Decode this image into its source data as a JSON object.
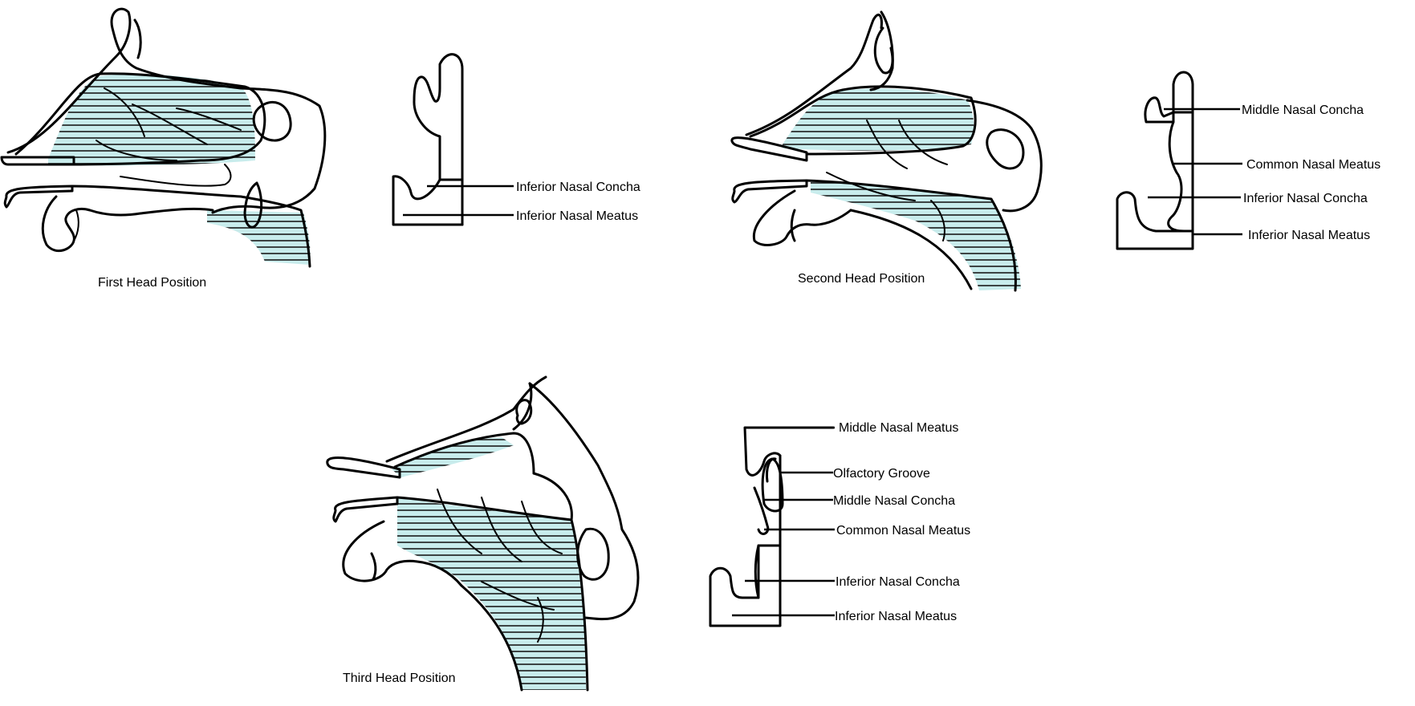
{
  "colors": {
    "fill": "#c8ecec",
    "ink": "#000000",
    "background": "#ffffff"
  },
  "panels": {
    "first": {
      "caption": "First Head Position",
      "labels": [
        "Inferior Nasal Concha",
        "Inferior Nasal Meatus"
      ]
    },
    "second": {
      "caption": "Second Head Position",
      "labels": [
        "Middle Nasal Concha",
        "Common Nasal Meatus",
        "Inferior Nasal Concha",
        "Inferior Nasal Meatus"
      ]
    },
    "third": {
      "caption": "Third Head Position",
      "labels": [
        "Middle Nasal Meatus",
        "Olfactory Groove",
        "Middle Nasal Concha",
        "Common Nasal Meatus",
        "Inferior Nasal Concha",
        "Inferior Nasal Meatus"
      ]
    }
  }
}
